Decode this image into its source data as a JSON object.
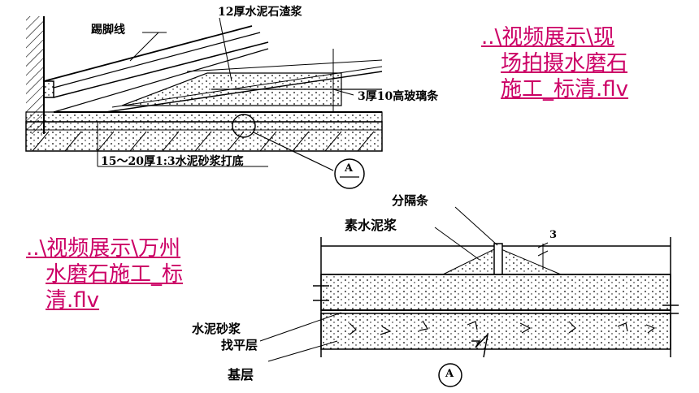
{
  "top_diagram": {
    "labels": {
      "skirting": "踢脚线",
      "terrazzo_layer": "12厚水泥石渣浆",
      "glass_strip": "3厚10高玻璃条",
      "base_mortar": "15～20厚1:3水泥砂浆打底",
      "detail_marker": "A"
    }
  },
  "bottom_diagram": {
    "labels": {
      "divider_strip": "分隔条",
      "cement_paste": "素水泥浆",
      "dimension": "3",
      "leveling_line1": "水泥砂浆",
      "leveling_line2": "找平层",
      "base": "基层",
      "detail_marker": "A"
    }
  },
  "links": {
    "top_right": [
      "..\\视频展示\\现",
      "场拍摄水磨石",
      "施工_标清.flv"
    ],
    "left": [
      "..\\视频展示\\万州",
      "水磨石施工_标",
      "清.flv"
    ]
  },
  "colors": {
    "link": "#cc0066",
    "line": "#000000"
  }
}
